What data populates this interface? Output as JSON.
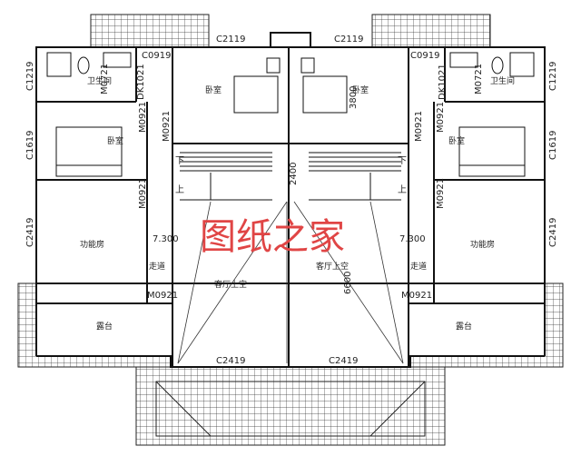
{
  "labels": {
    "window_top_left": "C2119",
    "window_top_right": "C2119",
    "window_small_left": "C0919",
    "window_small_right": "C0919",
    "door_bath_left": "M0721",
    "door_bath_right": "M0721",
    "door_dk_left": "DK1021",
    "door_dk_right": "DK1021",
    "window_c1219_left": "C1219",
    "window_c1219_right": "C1219",
    "window_c1619_left": "C1619",
    "window_c1619_right": "C1619",
    "window_c2419_left": "C2419",
    "window_c2419_right": "C2419",
    "door_m0921_bed_top_left": "M0921",
    "door_m0921_bed_top_right": "M0921",
    "door_m0921_bed_left": "M0921",
    "door_m0921_bed_right": "M0921",
    "door_m0921_func_left": "M0921",
    "door_m0921_func_right": "M0921",
    "door_m0921_corr_left": "M0921",
    "door_m0921_corr_right": "M0921",
    "window_bottom_left": "C2419",
    "window_bottom_right": "C2419",
    "level_left": "7.300",
    "level_right": "7.300",
    "dim_3800": "3800",
    "dim_2400": "2400",
    "dim_6600": "6600",
    "stair_down": "下",
    "stair_up": "上"
  },
  "rooms": {
    "bath_left": "卫生间",
    "bath_right": "卫生间",
    "bedroom_top_left": "卧室",
    "bedroom_top_right": "卧室",
    "bedroom_left": "卧室",
    "bedroom_right": "卧室",
    "func_left": "功能房",
    "func_right": "功能房",
    "corridor_left": "走道",
    "corridor_right": "走道",
    "living_void_left": "客厅上空",
    "living_void_right": "客厅上空",
    "terrace_left": "露台",
    "terrace_right": "露台"
  },
  "watermark": "图纸之家"
}
